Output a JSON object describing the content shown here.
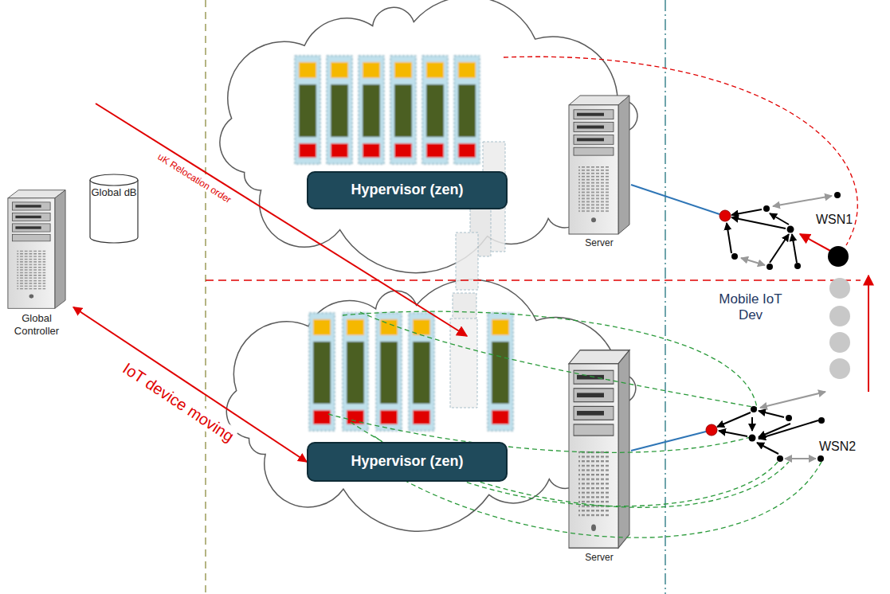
{
  "diagram": {
    "nodes": [
      {
        "text": [
          "Global Controller"
        ]
      },
      {
        "text": [
          "Global dB"
        ]
      },
      {
        "text": [
          "Hypervisor (zen)"
        ]
      },
      {
        "text": [
          "Server"
        ]
      },
      {
        "text": [
          "Hypervisor (zen)"
        ]
      },
      {
        "text": [
          "Server"
        ]
      }
    ],
    "edges": [
      {
        "from": 0,
        "to": 4,
        "label": "IoT device moving",
        "arrow": "both"
      }
    ],
    "labels": [
      "uK Relocation order",
      "WSN1",
      "WSN2",
      "Mobile IoT Dev"
    ]
  }
}
